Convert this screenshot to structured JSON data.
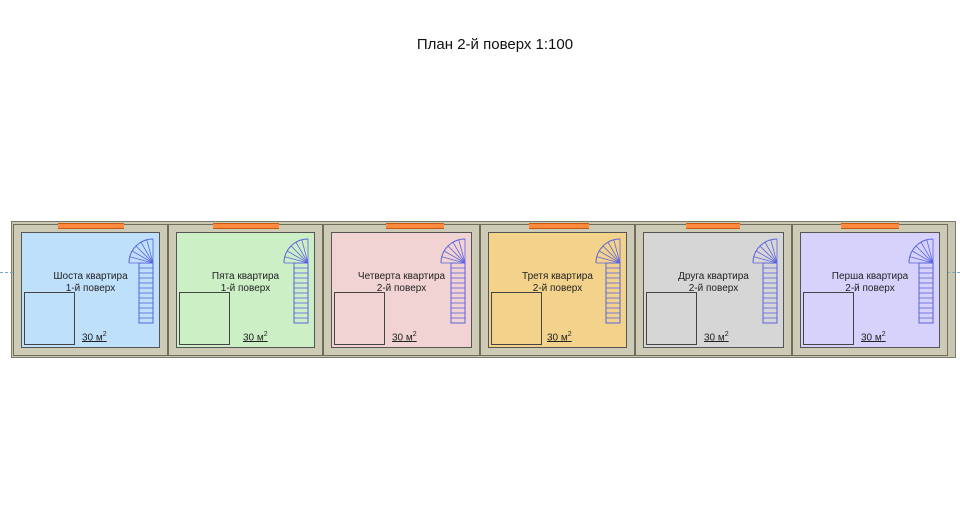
{
  "title": "План 2-й поверх 1:100",
  "colors": {
    "wall": "#cdcab6",
    "stair": "#5a63e0",
    "window": "#ff8a3d",
    "axis": "#7aa6c9"
  },
  "units": [
    {
      "name": "Шоста квартира",
      "floor": "1-й поверх",
      "area": "30 м",
      "area_sup": "2",
      "color": "#bfe0fb"
    },
    {
      "name": "Пята квартира",
      "floor": "1-й поверх",
      "area": "30 м",
      "area_sup": "2",
      "color": "#cdefc6"
    },
    {
      "name": "Четверта квартира",
      "floor": "2-й поверх",
      "area": "30 м",
      "area_sup": "2",
      "color": "#f1d3d3"
    },
    {
      "name": "Третя квартира",
      "floor": "2-й поверх",
      "area": "30 м",
      "area_sup": "2",
      "color": "#f3d38c"
    },
    {
      "name": "Друга квартира",
      "floor": "2-й поверх",
      "area": "30 м",
      "area_sup": "2",
      "color": "#d6d6d6"
    },
    {
      "name": "Перша квартира",
      "floor": "2-й поверх",
      "area": "30 м",
      "area_sup": "2",
      "color": "#d6d2fb"
    }
  ]
}
